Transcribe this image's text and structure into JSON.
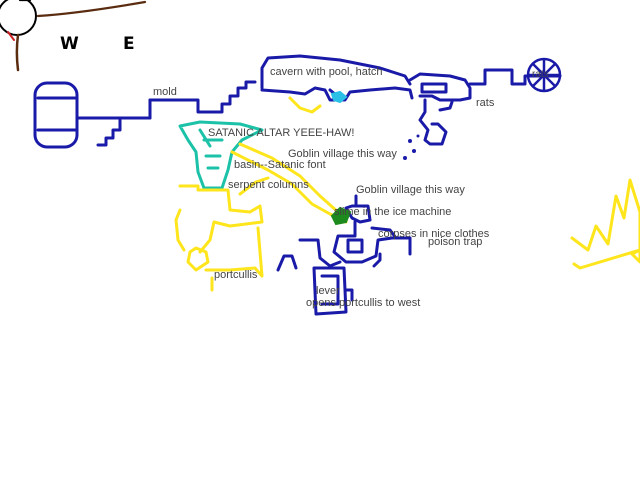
{
  "map": {
    "compass": {
      "west": "W",
      "east": "E"
    },
    "colors": {
      "wall": "#1a1aa8",
      "gold": "#ffe51c",
      "teal": "#1cc2a8",
      "sky": "#29bfe6",
      "slime": "#1d8a1d",
      "ink": "#000000",
      "label": "#444444"
    },
    "labels": {
      "mold": "mold",
      "cavern": "cavern with pool, hatch",
      "rats": "rats",
      "altar": "SATANIC ALTAR YEEE-HAW!",
      "goblin_1": "Goblin village this way",
      "basin": "basin--Satanic font",
      "serpent": "serpent columns",
      "goblin_2": "Goblin village this way",
      "slime": "slime in the ice machine",
      "corpses": "corpses in nice clothes",
      "poison": "poison trap",
      "portcullis": "portcullis",
      "lever": "lever",
      "lever_note": "opens portcullis to west",
      "wheel_scrawl": "rats"
    }
  }
}
